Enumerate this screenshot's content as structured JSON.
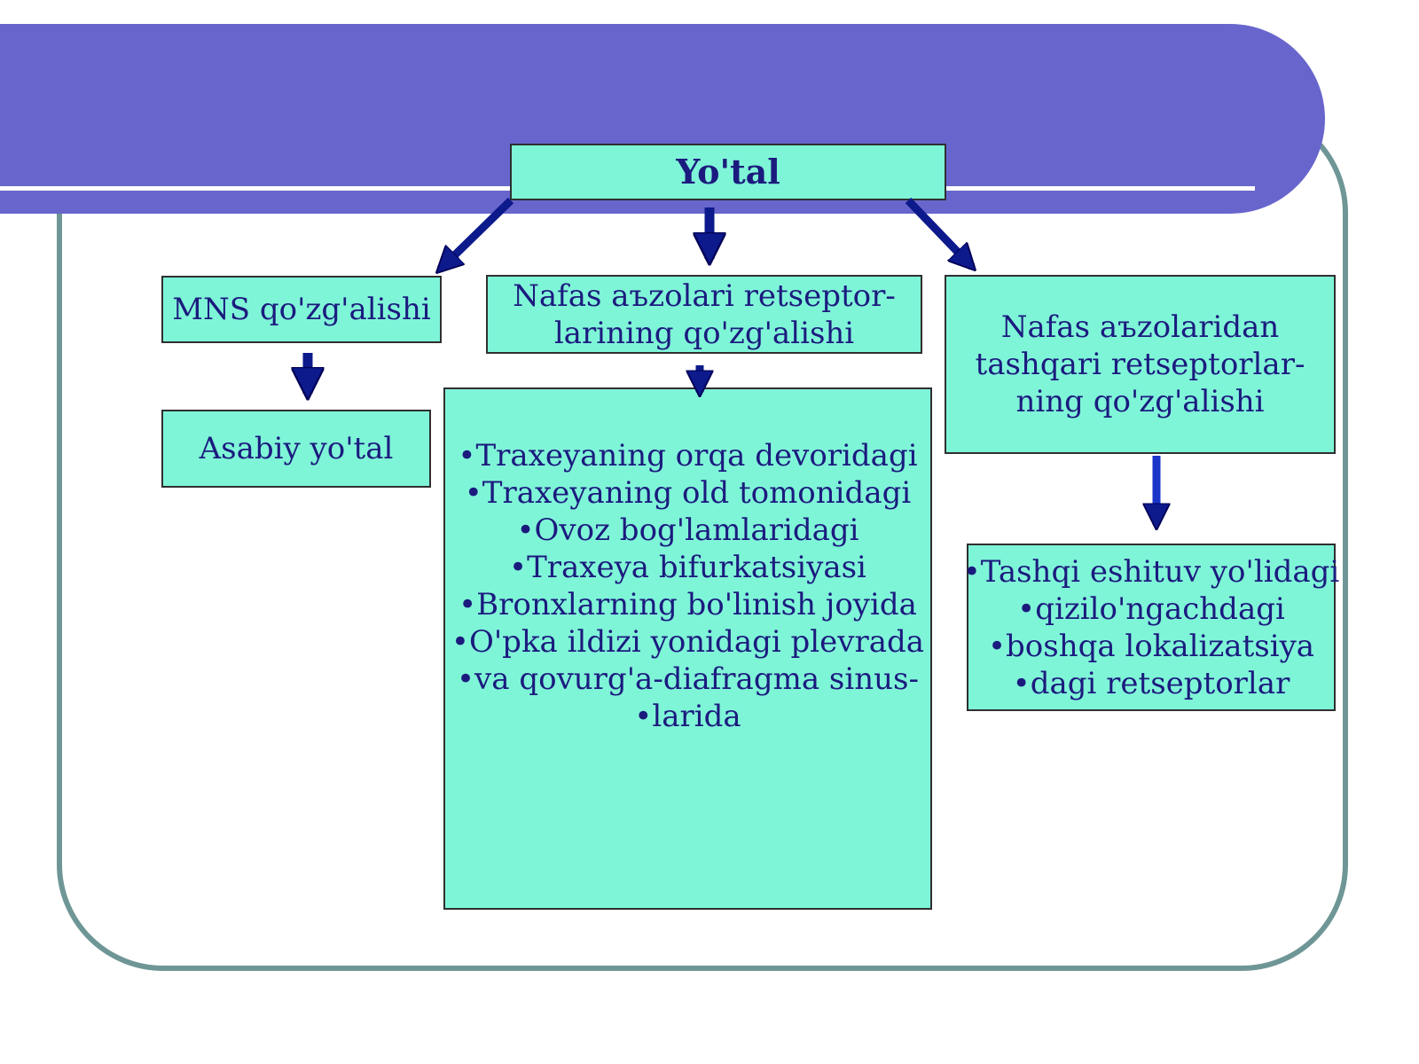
{
  "colors": {
    "banner": "#6866cc",
    "box_fill": "#7ff5d8",
    "text": "#1b1b7e",
    "arrow": "#0d1a8c",
    "frame": "#6f9696"
  },
  "nodes": {
    "root": "Yo'tal",
    "mns": "MNS qo'zg'alishi",
    "asabiy": "Asabiy yo'tal",
    "nafas_inner": [
      "Nafas aъzolari retseptor-",
      "larining qo'zg'alishi"
    ],
    "nafas_outer": [
      "Nafas aъzolaridan",
      "tashqari retseptorlar-",
      "ning qo'zg'alishi"
    ],
    "inner_list": [
      "•Traxeyaning orqa devoridagi",
      "•Traxeyaning old tomonidagi",
      "•Ovoz bog'lamlaridagi",
      "•Traxeya bifurkatsiyasi",
      "•Bronxlarning bo'linish joyida",
      "•O'pka ildizi yonidagi plevrada",
      "•va qovurg'a-diafragma sinus-",
      "•larida"
    ],
    "outer_list": [
      "•Tashqi eshituv yo'lidagi",
      "•qizilo'ngachdagi",
      "•boshqa lokalizatsiya",
      "•dagi retseptorlar"
    ]
  }
}
